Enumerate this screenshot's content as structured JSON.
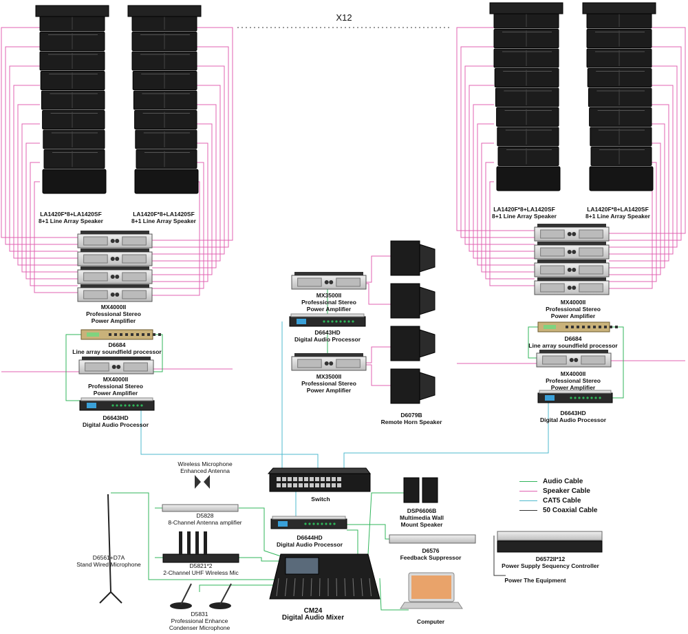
{
  "colors": {
    "audio": "#2fb55a",
    "speaker": "#e060b0",
    "cat5": "#4cb8cc",
    "coax": "#333333",
    "device_dark": "#1c1c1c",
    "device_silver": "#d8d8d8"
  },
  "multiplier": "X12",
  "legend": [
    {
      "label": "Audio Cable",
      "color": "#2fb55a"
    },
    {
      "label": "Speaker Cable",
      "color": "#e060b0"
    },
    {
      "label": "CAT5 Cable",
      "color": "#4cb8cc"
    },
    {
      "label": "50 Coaxial Cable",
      "color": "#333333"
    }
  ],
  "labels": {
    "la_left_1": [
      "LA1420F*8+LA1420SF",
      "8+1 Line Array  Speaker"
    ],
    "la_left_2": [
      "LA1420F*8+LA1420SF",
      "8+1 Line Array Speaker"
    ],
    "la_right_1": [
      "LA1420F*8+LA1420SF",
      "8+1 Line Array  Speaker"
    ],
    "la_right_2": [
      "LA1420F*8+LA1420SF",
      "8+1 Line Array Speaker"
    ],
    "amp_left": [
      "MX4000II",
      "Professional Stereo",
      "Power Amplifier"
    ],
    "proc_left": [
      "D6684",
      "Line array soundfield processor"
    ],
    "amp_left2": [
      "MX4000II",
      "Professional Stereo",
      "Power Amplifier"
    ],
    "dap_left": [
      "D6643HD",
      "Digital Audio Processor"
    ],
    "amp_mid1": [
      "MX3500II",
      "Professional Stereo",
      "Power Amplifier"
    ],
    "dap_mid": [
      "D6643HD",
      "Digital Audio Processor"
    ],
    "amp_mid2": [
      "MX3500II",
      "Professional Stereo",
      "Power Amplifier"
    ],
    "horn": [
      "D6079B",
      "Remote Horn Speaker"
    ],
    "amp_right": [
      "MX4000II",
      "Professional Stereo",
      "Power Amplifier"
    ],
    "proc_right": [
      "D6684",
      "Line array soundfield processor"
    ],
    "amp_right2": [
      "MX4000II",
      "Professional Stereo",
      "Power Amplifier"
    ],
    "dap_right": [
      "D6643HD",
      "Digital Audio Processor"
    ],
    "antenna": [
      "Wireless Microphone",
      "Enhanced Antenna"
    ],
    "ant_amp": [
      "D5828",
      "8-Channel Antenna amplifier"
    ],
    "stand_mic": [
      "D6561+D7A",
      "Stand Wired Microphone"
    ],
    "uhf": [
      "D5821*2",
      "2-Channel UHF Wireless Mic"
    ],
    "switch": [
      "Switch"
    ],
    "dap_bottom": [
      "D6644HD",
      "Digital Audio Processor"
    ],
    "wall_spk": [
      "DSP6606B",
      "Multimedia Wall",
      "Mount Speaker"
    ],
    "feedback": [
      "D6576",
      "Feedback Suppressor"
    ],
    "condenser": [
      "D5831",
      "Professional Enhance",
      "Condenser Microphone"
    ],
    "mixer": [
      "CM24",
      "Digital Audio Mixer"
    ],
    "computer": [
      "Computer"
    ],
    "power_seq": [
      "D6572II*12",
      "Power Supply Sequency Controller"
    ],
    "power_equip": [
      "Power The Equipment"
    ]
  }
}
